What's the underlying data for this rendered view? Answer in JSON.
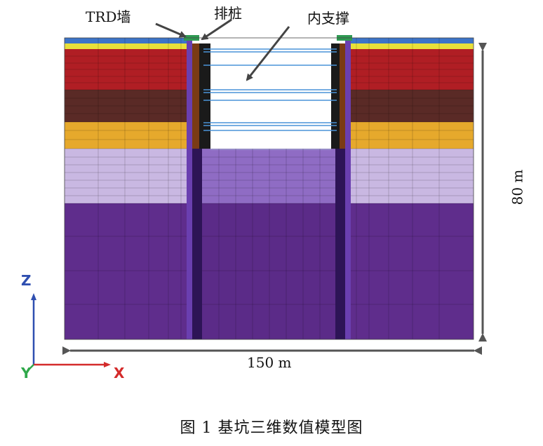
{
  "labels": {
    "trd_wall": "TRD墙",
    "pile_row": "排桩",
    "inner_strut": "内支撑",
    "height": "80 m",
    "width": "150 m",
    "caption": "图 1   基坑三维数值模型图"
  },
  "axes": {
    "z": "Z",
    "y": "Y",
    "x": "X"
  },
  "colors": {
    "top_blue": "#3c74c8",
    "top_yellow": "#e8e03a",
    "red_clay": "#b01e24",
    "brown_clay": "#5a2a26",
    "sand_orange": "#e6a92c",
    "lavender": "#c9b8e2",
    "purple_rock": "#5f2d8c",
    "wall_purple": "#6a3fb0",
    "pile_brown": "#7a3b14",
    "strut_blue": "#4a93d8",
    "arrow": "#444444",
    "axis_z": "#2f4fb0",
    "axis_y": "#2fa84a",
    "axis_x": "#d42b2b"
  }
}
